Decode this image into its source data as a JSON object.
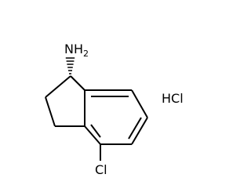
{
  "structure": {
    "amine_group": {
      "element": "N",
      "hydrogen_symbol": "H",
      "hydrogen_count": "2",
      "stereo_bond": "hashed-wedge"
    },
    "chloro_substituent": "Cl",
    "counterion": "HCl",
    "atom_color": "#000000",
    "bond_color": "#000000",
    "background_color": "#ffffff"
  }
}
